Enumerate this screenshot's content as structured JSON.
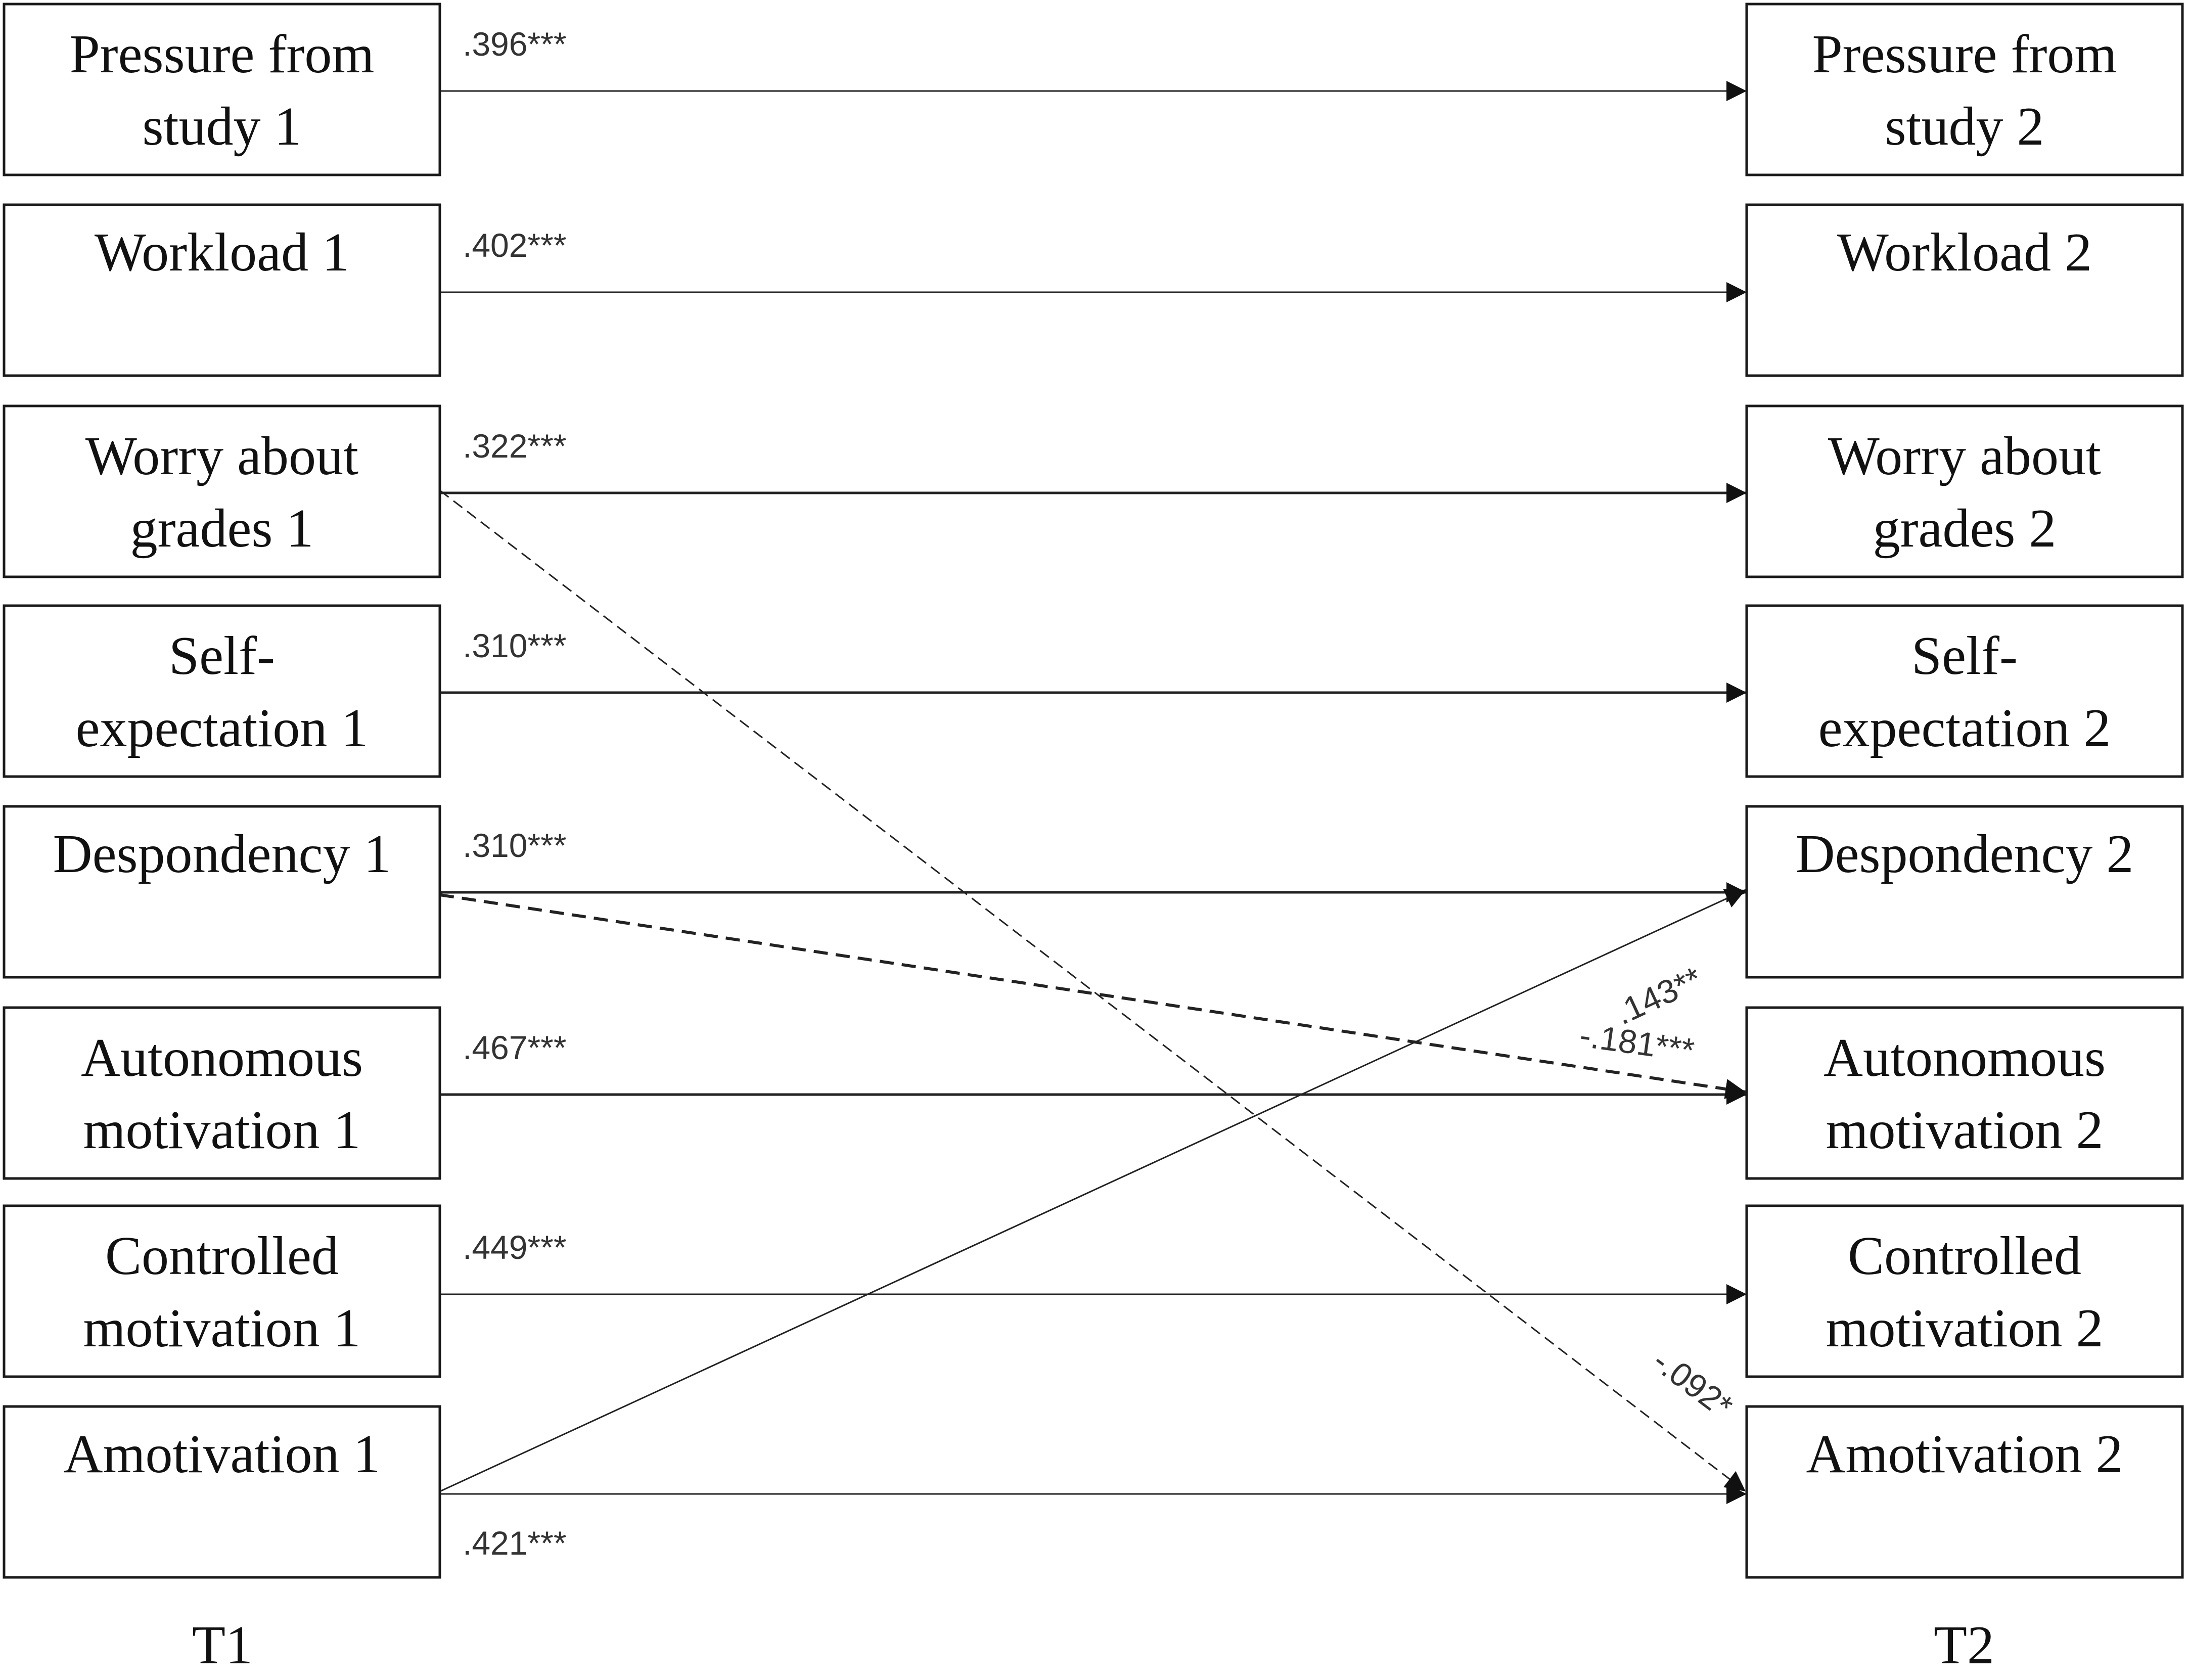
{
  "t1_label": "T1",
  "t2_label": "T2",
  "nodes": [
    {
      "id": "pressure",
      "t1": [
        "Pressure from",
        "study 1"
      ],
      "t2": [
        "Pressure from",
        "study 2"
      ],
      "top_align": false
    },
    {
      "id": "workload",
      "t1": [
        "Workload 1"
      ],
      "t2": [
        "Workload 2"
      ],
      "top_align": true
    },
    {
      "id": "worry",
      "t1": [
        "Worry about",
        "grades 1"
      ],
      "t2": [
        "Worry about",
        "grades 2"
      ],
      "top_align": false
    },
    {
      "id": "selfexp",
      "t1": [
        "Self-",
        "expectation 1"
      ],
      "t2": [
        "Self-",
        "expectation 2"
      ],
      "top_align": false
    },
    {
      "id": "despondency",
      "t1": [
        "Despondency 1"
      ],
      "t2": [
        "Despondency 2"
      ],
      "top_align": true
    },
    {
      "id": "autonomous",
      "t1": [
        "Autonomous",
        "motivation 1"
      ],
      "t2": [
        "Autonomous",
        "motivation 2"
      ],
      "top_align": false
    },
    {
      "id": "controlled",
      "t1": [
        "Controlled",
        "motivation 1"
      ],
      "t2": [
        "Controlled",
        "motivation 2"
      ],
      "top_align": false
    },
    {
      "id": "amotivation",
      "t1": [
        "Amotivation 1"
      ],
      "t2": [
        "Amotivation 2"
      ],
      "top_align": true
    }
  ],
  "autoregressive_paths": [
    {
      "from": "pressure",
      "label": ".396***",
      "weight": "thin",
      "label_below": false
    },
    {
      "from": "workload",
      "label": ".402***",
      "weight": "thin",
      "label_below": false
    },
    {
      "from": "worry",
      "label": ".322***",
      "weight": "bold",
      "label_below": false
    },
    {
      "from": "selfexp",
      "label": ".310***",
      "weight": "bold",
      "label_below": false
    },
    {
      "from": "despondency",
      "label": ".310***",
      "weight": "bold",
      "label_below": false
    },
    {
      "from": "autonomous",
      "label": ".467***",
      "weight": "bold",
      "label_below": false
    },
    {
      "from": "controlled",
      "label": ".449***",
      "weight": "thin",
      "label_below": false
    },
    {
      "from": "amotivation",
      "label": ".421***",
      "weight": "thin",
      "label_below": true
    }
  ],
  "cross_paths": [
    {
      "from": "worry",
      "to": "amotivation",
      "label": "-.092*",
      "style": "dashed"
    },
    {
      "from": "despondency",
      "to": "autonomous",
      "label": "-.181***",
      "style": "dashed-bold"
    },
    {
      "from": "amotivation",
      "to": "despondency",
      "label": ".143**",
      "style": "solid"
    }
  ]
}
